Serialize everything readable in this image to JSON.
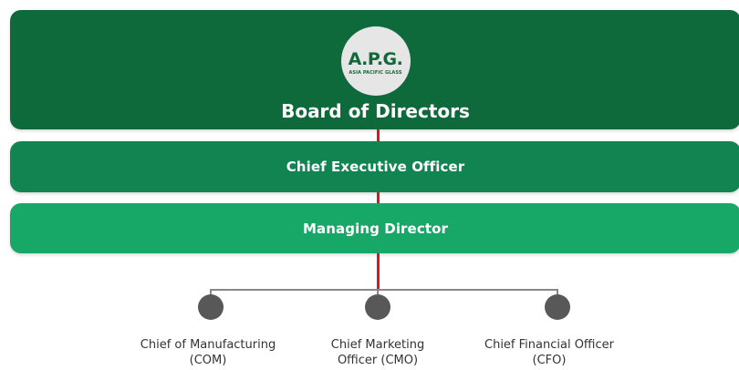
{
  "board": {
    "label": "Board of Directors",
    "logo": {
      "main": "A.P.G.",
      "sub": "ASIA PACIFIC GLASS"
    }
  },
  "ceo": {
    "label": "Chief Executive Officer"
  },
  "md": {
    "label": "Managing Director"
  },
  "officers": [
    {
      "label": "Chief of Manufacturing\n(COM)"
    },
    {
      "label": "Chief Marketing\nOfficer (CMO)"
    },
    {
      "label": "Chief Financial Officer\n(CFO)"
    }
  ],
  "colors": {
    "board": "#0e6a3a",
    "ceo": "#128451",
    "md": "#17a867",
    "connector": "#cc2020",
    "node": "#585858"
  }
}
